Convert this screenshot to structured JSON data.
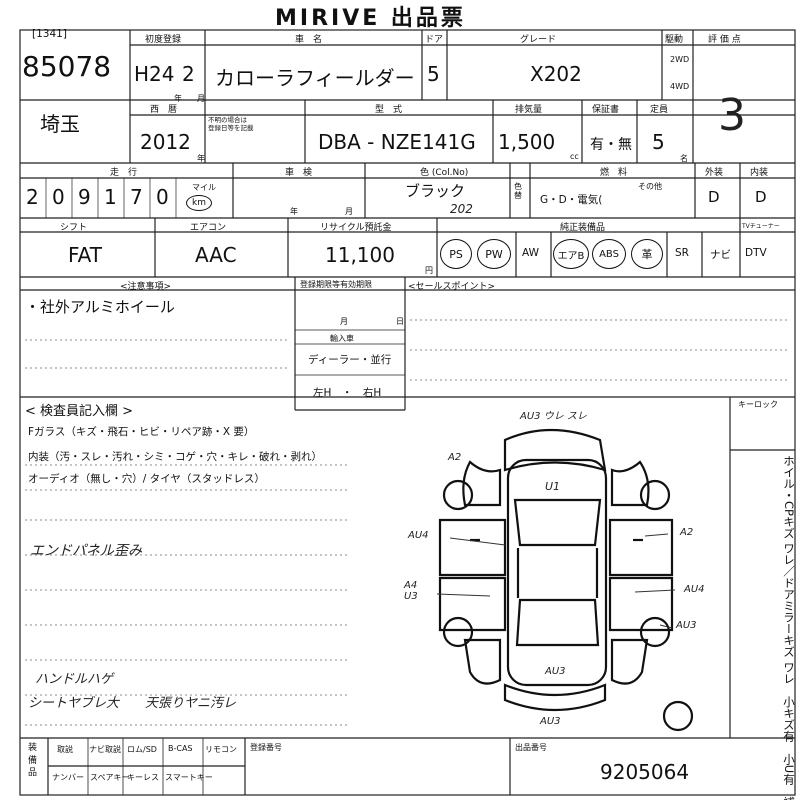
{
  "title": "MIRIVE 出品票",
  "lot_bracket": "[1341]",
  "lot_number": "85078",
  "prefecture": "埼玉",
  "headers": {
    "first_reg": "初度登録",
    "car_name": "車　名",
    "door": "ドア",
    "grade": "グレード",
    "drive": "駆動",
    "evaluation": "評 価 点",
    "year": "西　暦",
    "type": "型　式",
    "displacement": "排気量",
    "warranty": "保証書",
    "capacity": "定員",
    "mileage": "走　行",
    "inspection": "車　検",
    "color": "色 (Col.No)",
    "fuel": "燃　料",
    "exterior": "外装",
    "interior": "内装",
    "shift": "シフト",
    "aircon": "エアコン",
    "recycle": "リサイクル預託金",
    "equipment": "純正装備品",
    "notes": "<注意事項>",
    "sales_points": "<セールスポイント>",
    "chassis_lock": "キーロック"
  },
  "vehicle": {
    "era_year": "H24",
    "month": "2",
    "year_unit": "年",
    "month_unit": "月",
    "car_name": "カローラフィールダー",
    "doors": "5",
    "grade": "X202",
    "drive_2wd": "2WD",
    "drive_4wd": "4WD",
    "score": "3",
    "western_year": "2012",
    "type_note": "不明の場合は\n登録日等を記載",
    "model": "DBA - NZE141G",
    "displacement": "1,500",
    "cc": "cc",
    "warranty": "有・無",
    "capacity": "5",
    "person_unit": "名",
    "mileage_digits": [
      "2",
      "0",
      "9",
      "1",
      "7",
      "0"
    ],
    "mileage_unit": "km",
    "mileage_mile": "マイル",
    "inspection_year": "年",
    "inspection_month": "月",
    "color_name": "ブラック",
    "color_code": "202",
    "color_change_label": "色替",
    "fuel_options": "G・D・電気(",
    "fuel_other": "その他",
    "exterior_grade": "D",
    "interior_grade": "D",
    "shift": "FAT",
    "aircon": "AAC",
    "recycle_amount": "11,100",
    "yen": "円",
    "equipment": [
      "PS",
      "PW",
      "AW",
      "エアB",
      "ABS",
      "革",
      "SR",
      "ナビ",
      "DTV"
    ],
    "equipment_extra": "TVチューナー"
  },
  "notes": {
    "line1": "・社外アルミホイール",
    "reg_deadline": "登録期限等有効期限",
    "month_label": "月",
    "day_label": "日",
    "import_label": "輸入車",
    "dealer_label": "ディーラー・並行",
    "handle_label": "左H　・　右H"
  },
  "inspector": {
    "heading": "< 検査員記入欄 >",
    "line_glass": "Fガラス（キズ・飛石・ヒビ・リペア跡・X 要）",
    "line_interior": "内装（汚・スレ・汚れ・シミ・コゲ・穴・キレ・破れ・剥れ）",
    "line_audio": "オーディオ（無し・穴）/ タイヤ（スタッドレス）",
    "hand_1": "エンドパネル歪み",
    "hand_2": "ハンドルハゲ",
    "hand_3": "シートヤブレ大　　天張りヤニ汚レ"
  },
  "diagram_marks": [
    "AU3 ウレ スレ",
    "A2",
    "U1",
    "AU4",
    "A2",
    "A4 U3",
    "AU4",
    "AU3",
    "AU3",
    "AU3"
  ],
  "side_note": "ホイル・CPキズ ワレ／ドアミラーキズ ワレ　小キズ有　小U有　補修有",
  "footer": {
    "cols": [
      "取説",
      "ナビ取説",
      "ロム/SD",
      "B-CAS",
      "リモコン"
    ],
    "cols2": [
      "ナンバー",
      "スペアキー",
      "キーレス",
      "スマートキー"
    ],
    "row_label": "装 備 品",
    "reg_no_label": "登録番号",
    "exhibit_no_label": "出品番号",
    "exhibit_no": "9205064"
  }
}
